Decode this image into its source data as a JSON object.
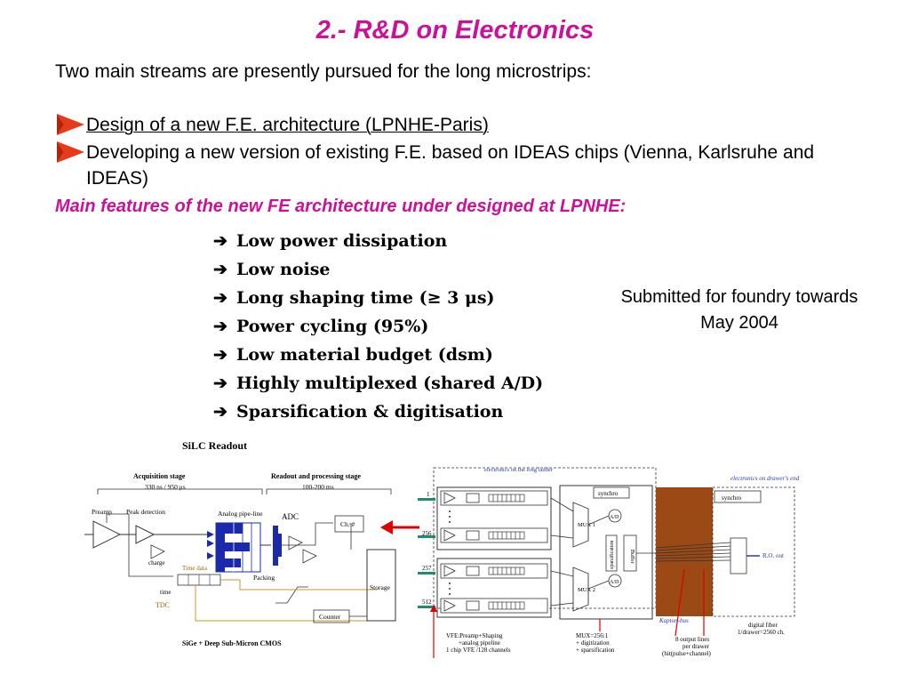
{
  "colors": {
    "accent": "#cc1199",
    "arrow": "#e63b1a",
    "red": "#e00000",
    "brown": "#9b4a15",
    "green": "#1a8f6a"
  },
  "slide": {
    "title": "2.- R&D on Electronics",
    "intro": "Two main streams are presently pursued for the long microstrips:",
    "bullets": [
      {
        "text": " Design of a new F.E. architecture (LPNHE-Paris)",
        "icon": "arrowhead-bullet-icon"
      },
      {
        "text": "Developing a new version of existing F.E. based on IDEAS chips (Vienna, Karlsruhe and IDEAS)",
        "icon": "arrowhead-bullet-icon"
      }
    ],
    "features_heading": "Main features of the new FE architecture under designed at LPNHE:",
    "features": [
      "Low power dissipation",
      "Low noise",
      "Long shaping time (≥ 3 μs)",
      "Power cycling (95%)",
      "Low material budget (dsm)",
      "Highly multiplexed (shared A/D)",
      "Sparsification & digitisation"
    ],
    "feature_arrow": "➔",
    "note": "Submitted for foundry towards May 2004"
  },
  "left_diagram": {
    "title": "SiLC Readout",
    "acq_label": "Acquisition stage",
    "acq_time": "330 ns / 950 μs",
    "readout_label": "Readout and processing stage",
    "readout_time": "100-200 ms",
    "preamp": "Preamp",
    "peak": "Peak detection",
    "pipeline": "Analog pipe-line",
    "adc": "ADC",
    "charge": "charge",
    "timedata": "Time data",
    "time": "time",
    "tdc": "TDC",
    "packing": "Packing",
    "chnum": "Ch. #",
    "storage": "Storage",
    "counter": "Counter",
    "footer": "SiGe + Deep Sub-Micron CMOS"
  },
  "right_diagram": {
    "header": "electronics on the long ladder",
    "electronics_label": "electronics on drawer's end",
    "synchro1": "synchro",
    "synchro2": "synchro",
    "mux1": "MUX 1",
    "mux2": "MUX 2",
    "ad": "A/D",
    "buffer": "Buffer",
    "sparsification": "sparsification",
    "ro_out": "R.O. out",
    "kapton": "Kapton-bus",
    "ch": [
      "1",
      "256",
      "257",
      "512"
    ],
    "vfe_lines": [
      "VFE:Preamp+Shaping",
      "+analog pipeline",
      "1 chip VFE /128 channels"
    ],
    "mux_lines": [
      "MUX=256:1",
      "+ digitization",
      "+ sparsification"
    ],
    "output_lines": [
      "8 output lines",
      "per drawer",
      "(hit(pulse+channel)"
    ],
    "fiber_lines": [
      "digital fiber",
      "1/drawer=2560 ch."
    ]
  }
}
